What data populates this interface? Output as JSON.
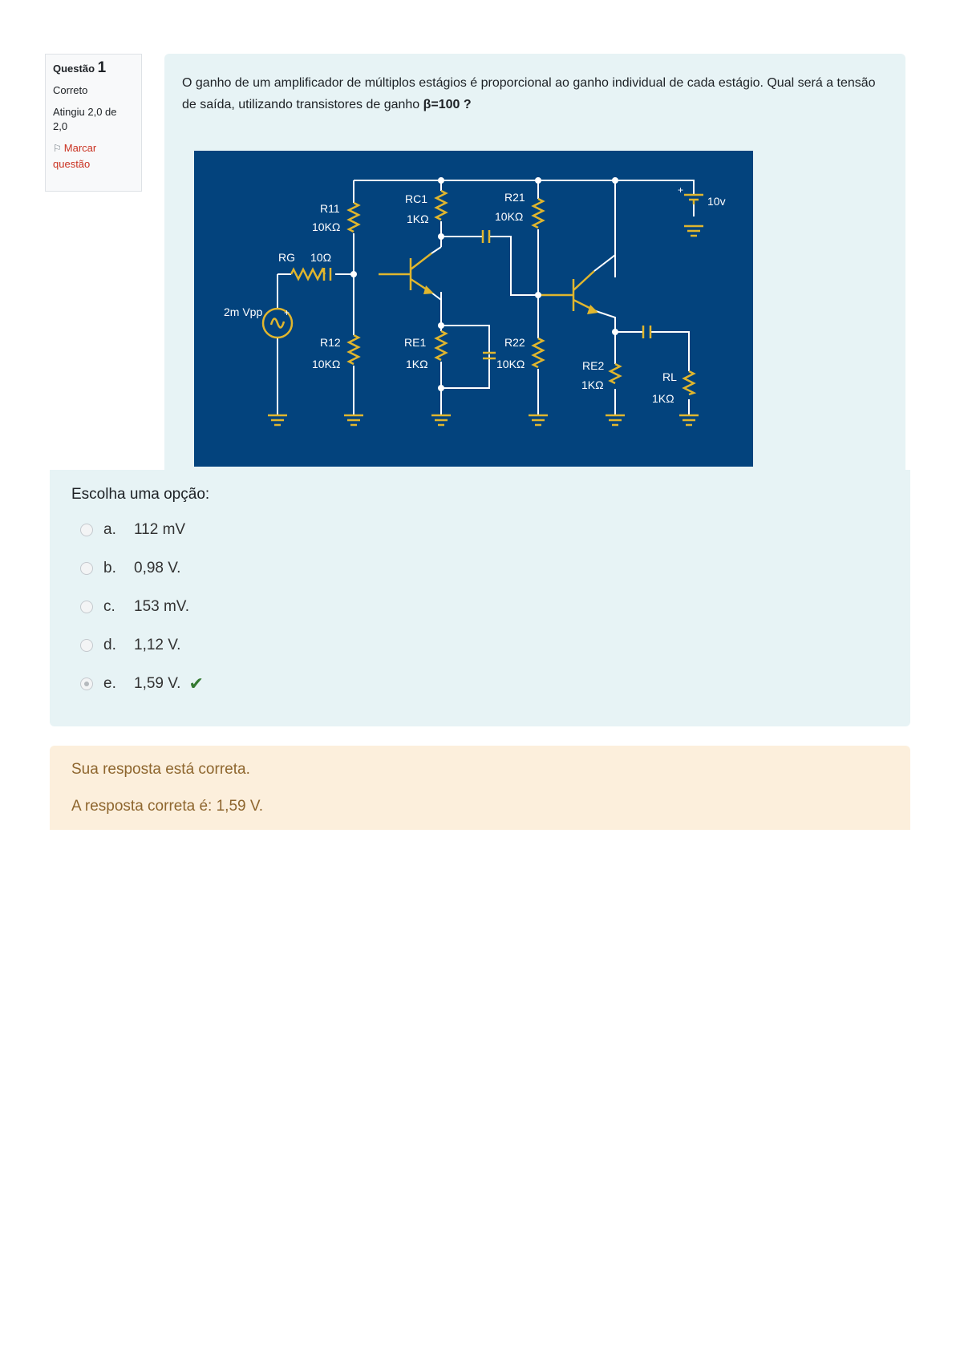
{
  "info": {
    "question_label": "Questão",
    "question_number": "1",
    "state": "Correto",
    "grade": "Atingiu 2,0 de 2,0",
    "flag_label": "Marcar questão"
  },
  "question": {
    "text_before": "O ganho de um amplificador de múltiplos estágios é proporcional ao ganho individual de cada estágio. Qual será a tensão de saída, utilizando transistores de ganho ",
    "text_bold": "β=100 ?"
  },
  "circuit": {
    "background": "#03437d",
    "wire_color": "#ffffff",
    "component_color": "#e0b62e",
    "labels": {
      "r11": "R11",
      "r11_val": "10KΩ",
      "rc1": "RC1",
      "rc1_val": "1KΩ",
      "r21": "R21",
      "r21_val": "10KΩ",
      "vcc": "10v",
      "rg": "RG",
      "rg_val": "10Ω",
      "src": "2m Vpp",
      "plus": "+",
      "batt_plus": "+",
      "r12": "R12",
      "r12_val": "10KΩ",
      "re1": "RE1",
      "re1_val": "1KΩ",
      "r22": "R22",
      "r22_val": "10KΩ",
      "re2": "RE2",
      "re2_val": "1KΩ",
      "rl": "RL",
      "rl_val": "1KΩ"
    }
  },
  "answers": {
    "prompt": "Escolha uma opção:",
    "options": [
      {
        "letter": "a.",
        "text": "112 mV"
      },
      {
        "letter": "b.",
        "text": "0,98 V."
      },
      {
        "letter": "c.",
        "text": "153 mV."
      },
      {
        "letter": "d.",
        "text": "1,12 V."
      },
      {
        "letter": "e.",
        "text": "1,59 V."
      }
    ],
    "selected": "e.",
    "correct_icon": "check-icon"
  },
  "feedback": {
    "line1": "Sua resposta está correta.",
    "line2": "A resposta correta é: 1,59 V."
  },
  "colors": {
    "panel_bg": "#e7f3f5",
    "feedback_bg": "#fcefdc",
    "feedback_text": "#8e662e",
    "flag_red": "#ca3120",
    "correct_green": "#357a32"
  }
}
